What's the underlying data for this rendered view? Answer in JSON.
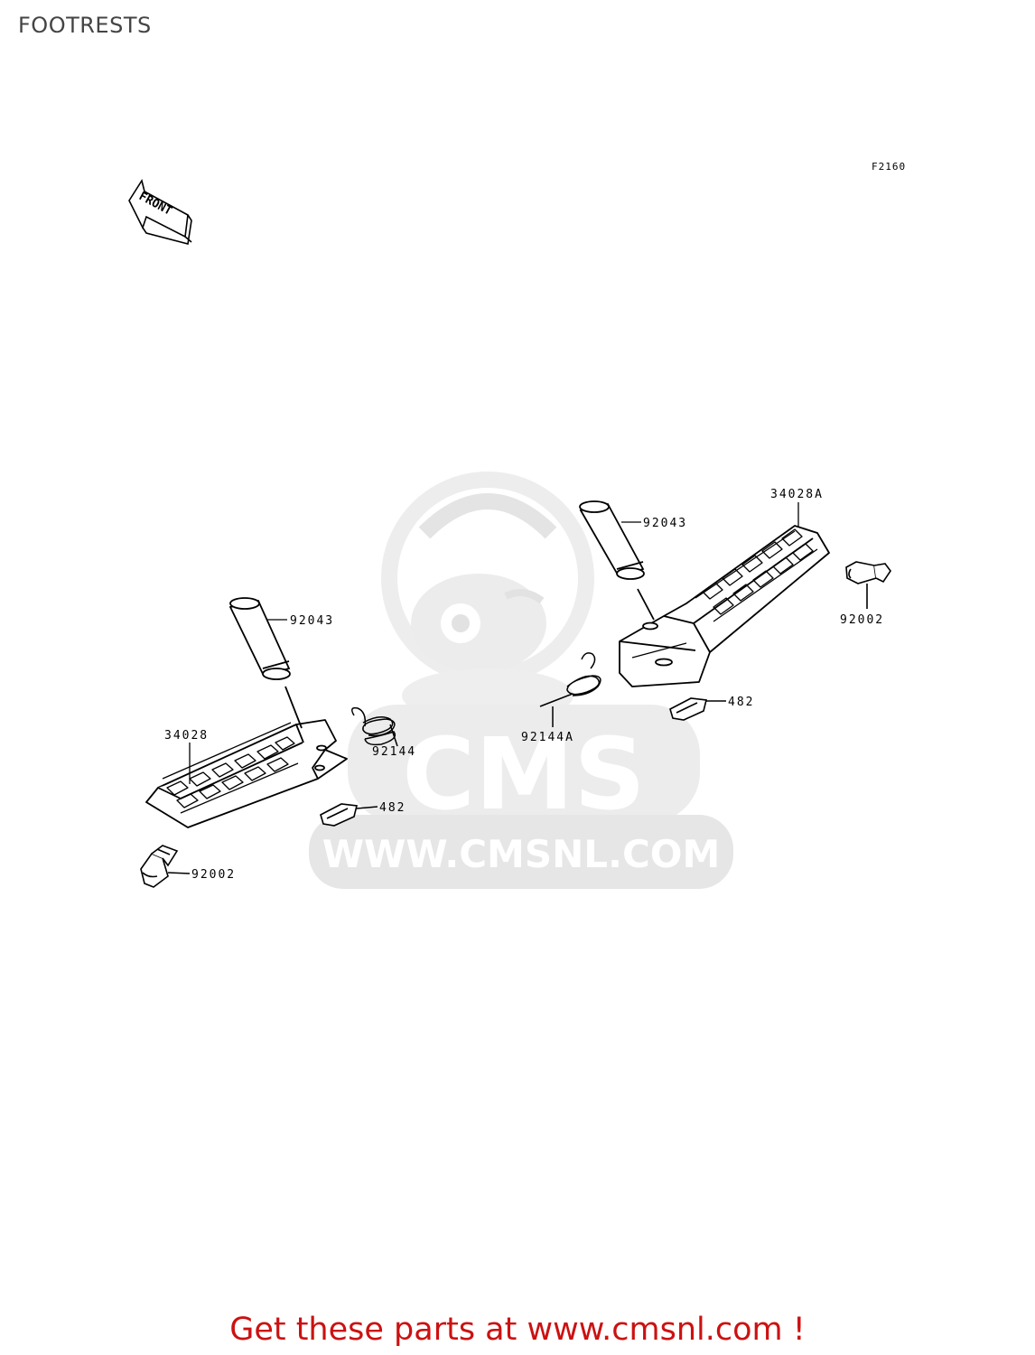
{
  "page": {
    "title": "FOOTRESTS",
    "diagram_code": "F2160"
  },
  "front_indicator": {
    "label": "FRONT"
  },
  "watermark": {
    "logo_text": "CMS",
    "url_text": "WWW.CMSNL.COM"
  },
  "parts": {
    "footrest_left": "34028",
    "footrest_right": "34028A",
    "pin_left": "92043",
    "pin_right": "92043",
    "spring_left": "92144",
    "spring_right": "92144A",
    "clip_left": "482",
    "clip_right": "482",
    "bolt_left": "92002",
    "bolt_right": "92002"
  },
  "footer": {
    "cta_text": "Get these parts at www.cmsnl.com !"
  },
  "colors": {
    "footer_red": "#cc1111",
    "watermark_gray": "#e6e6e6",
    "line": "#000000"
  }
}
